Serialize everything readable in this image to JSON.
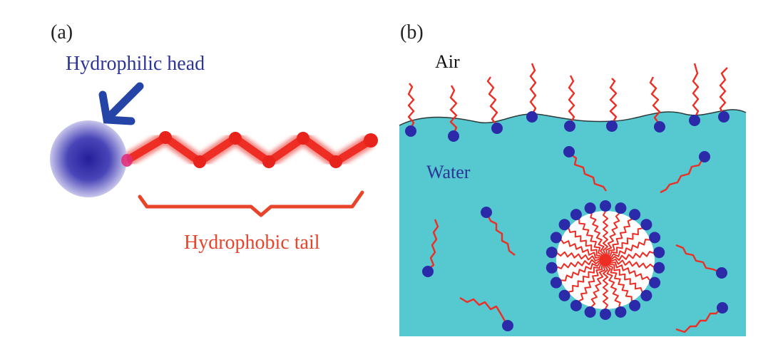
{
  "panel_a": {
    "label": "(a)",
    "head_label": "Hydrophilic head",
    "tail_label": "Hydrophobic tail"
  },
  "panel_b": {
    "label": "(b)",
    "air_label": "Air",
    "water_label": "Water"
  },
  "colors": {
    "head": "#2b2aa8",
    "tail": "#ee2e24",
    "arrow": "#2444a8",
    "water": "#55c8d0",
    "text_blue": "#2d3598",
    "text_red": "#e8442c"
  }
}
